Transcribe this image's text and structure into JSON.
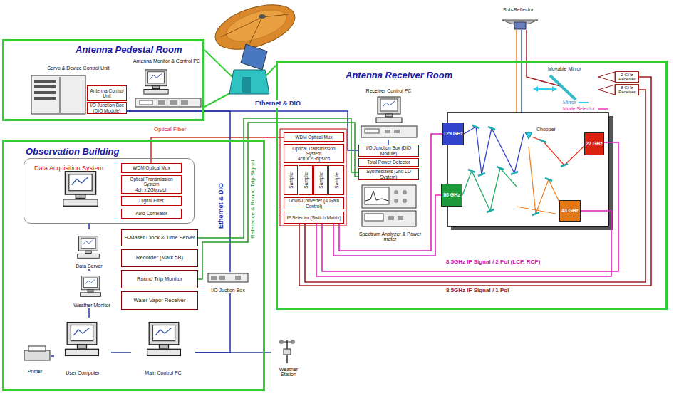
{
  "diagram": {
    "nodes": [
      {
        "text": [
          "Antenna Pedestal Room"
        ]
      },
      {
        "text": [
          "Servo & Device Control Unit"
        ],
        "in": 0
      },
      {
        "text": [
          "Antenna Control Unit"
        ],
        "in": 1
      },
      {
        "text": [
          "I/O Junction Box (DIO Module)"
        ],
        "in": 1
      },
      {
        "text": [
          "Antenna Monitor & Control PC"
        ],
        "in": 0
      },
      {
        "text": [
          "Antenna Receiver Room"
        ]
      },
      {
        "text": [
          "WDM Optical Mux"
        ],
        "in": 5
      },
      {
        "text": [
          "Optical Transmission System",
          "4ch x 2Gbps/ch"
        ],
        "in": 5
      },
      {
        "text": [
          "Sampler"
        ],
        "in": 5
      },
      {
        "text": [
          "Sampler"
        ],
        "in": 5
      },
      {
        "text": [
          "Sampler"
        ],
        "in": 5
      },
      {
        "text": [
          "Sampler"
        ],
        "in": 5
      },
      {
        "text": [
          "Down-Converter (& Gain Control)"
        ],
        "in": 5
      },
      {
        "text": [
          "IF Selector (Switch Matrix)"
        ],
        "in": 5
      },
      {
        "text": [
          "Receiver Control PC"
        ],
        "in": 5
      },
      {
        "text": [
          "I/O Junction Box (DIO Module)"
        ],
        "in": 5
      },
      {
        "text": [
          "Total Power Detector"
        ],
        "in": 5
      },
      {
        "text": [
          "Synthesizers (2nd LO System)"
        ],
        "in": 5
      },
      {
        "text": [
          "Spectrum Analyzer & Power meter"
        ],
        "in": 5
      },
      {
        "text": [
          "129 GHz"
        ],
        "in": 5
      },
      {
        "text": [
          "86 GHz"
        ],
        "in": 5
      },
      {
        "text": [
          "22 GHz"
        ],
        "in": 5
      },
      {
        "text": [
          "43 GHz"
        ],
        "in": 5
      },
      {
        "text": [
          "2 GHz Receiver"
        ],
        "in": 5
      },
      {
        "text": [
          "8 GHz Receiver"
        ],
        "in": 5
      },
      {
        "text": [
          "Observation Building"
        ]
      },
      {
        "text": [
          "Data Acquisition System"
        ],
        "in": 25
      },
      {
        "text": [
          "WDM Optical Mux"
        ],
        "in": 26
      },
      {
        "text": [
          "Optical Transmission System",
          "4ch x 2Gbps/ch"
        ],
        "in": 26
      },
      {
        "text": [
          "Digital Filter"
        ],
        "in": 26
      },
      {
        "text": [
          "Auto-Correlator"
        ],
        "in": 26
      },
      {
        "text": [
          "Data Server"
        ],
        "in": 25
      },
      {
        "text": [
          "Weather Monitor"
        ],
        "in": 25
      },
      {
        "text": [
          "H-Maser Clock & Time Server"
        ],
        "in": 25
      },
      {
        "text": [
          "Recorder (Mark 5B)"
        ],
        "in": 25
      },
      {
        "text": [
          "Round Trip Monitor"
        ],
        "in": 25
      },
      {
        "text": [
          "Water Vapor Receiver"
        ],
        "in": 25
      },
      {
        "text": [
          "I/O Juction Box"
        ],
        "in": 25
      },
      {
        "text": [
          "Printer"
        ],
        "in": 25
      },
      {
        "text": [
          "User Computer"
        ],
        "in": 25
      },
      {
        "text": [
          "Main Control PC"
        ],
        "in": 25
      },
      {
        "text": [
          "Weather Station"
        ]
      }
    ],
    "edges": [
      {
        "from": 27,
        "to": 6,
        "arrow": "none"
      },
      {
        "from": 3,
        "to": 15,
        "arrow": "none"
      },
      {
        "from": 37,
        "to": 3,
        "arrow": "none"
      },
      {
        "from": 40,
        "to": 37,
        "arrow": "none"
      },
      {
        "from": 40,
        "to": 41,
        "arrow": "none"
      },
      {
        "from": 26,
        "to": 31,
        "arrow": "none"
      },
      {
        "from": 31,
        "to": 32,
        "arrow": "none"
      },
      {
        "from": 32,
        "to": 39,
        "arrow": "none"
      },
      {
        "from": 38,
        "to": 39,
        "arrow": "none"
      },
      {
        "from": 39,
        "to": 40,
        "arrow": "none"
      },
      {
        "from": 33,
        "to": 17,
        "arrow": "none"
      },
      {
        "from": 35,
        "to": 17,
        "arrow": "none"
      },
      {
        "from": 14,
        "to": 15,
        "arrow": "none"
      },
      {
        "from": 19,
        "to": 13,
        "arrow": "none"
      },
      {
        "from": 20,
        "to": 13,
        "arrow": "none"
      },
      {
        "from": 21,
        "to": 13,
        "arrow": "none"
      },
      {
        "from": 22,
        "to": 13,
        "arrow": "none"
      },
      {
        "from": 23,
        "to": 13,
        "arrow": "none"
      },
      {
        "from": 24,
        "to": 13,
        "arrow": "none"
      }
    ],
    "labels": [
      "Sub-Reflector",
      "Movable Mirror",
      "Chopper",
      "Optical Fiber",
      "Ethernet & DIO",
      "Ethernet & DIO",
      "Reference & Round Trip Signal",
      "8.5GHz IF Signal / 2 Pol (LCP, RCP)",
      "8.5GHz IF Signal / 1 Pol"
    ],
    "legend": [
      {
        "text": "Mirror",
        "color": "#33ccff"
      },
      {
        "text": "Mode Selector",
        "color": "#ff66cc"
      }
    ]
  }
}
